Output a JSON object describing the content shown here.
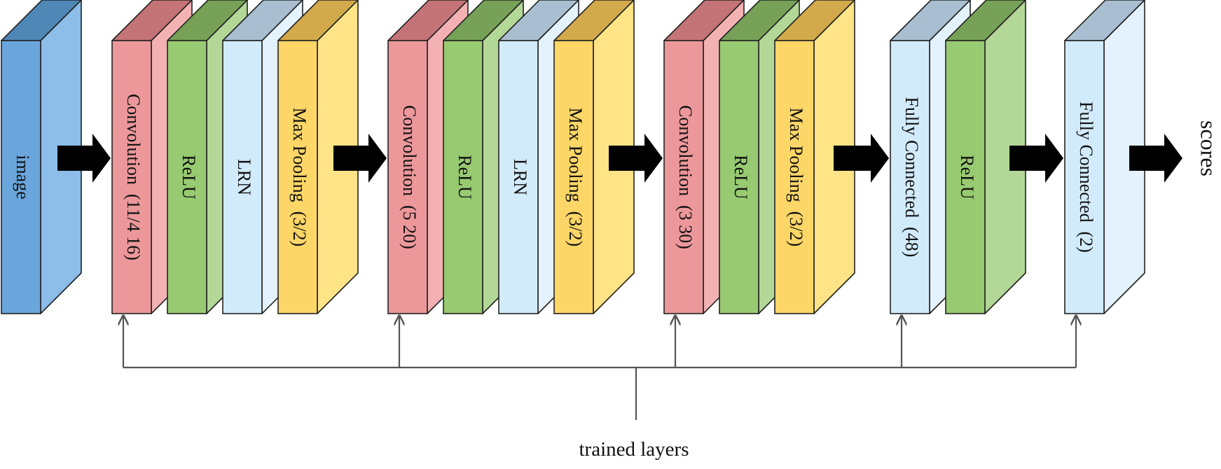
{
  "colors": {
    "image": {
      "front": "#6aa6dc",
      "side": "#8dbde9",
      "top": "#4f87b6"
    },
    "conv": {
      "front": "#ec989b",
      "side": "#f3b1b3",
      "top": "#c47476"
    },
    "relu": {
      "front": "#98ca71",
      "side": "#b3d797",
      "top": "#76a157"
    },
    "lrn": {
      "front": "#d2ebfb",
      "side": "#e3f2fc",
      "top": "#a9bfd1"
    },
    "pool": {
      "front": "#fdd668",
      "side": "#fee486",
      "top": "#d3aa4b"
    },
    "fc": {
      "front": "#d2ebfb",
      "side": "#e3f2fc",
      "top": "#a9bfd1"
    },
    "arrow": "#000000",
    "line": "#555555"
  },
  "layers": [
    {
      "id": "image",
      "type": "image",
      "label": "image"
    },
    {
      "id": "conv1",
      "type": "conv",
      "label": "Convolution  (11/4 16)"
    },
    {
      "id": "relu1",
      "type": "relu",
      "label": "ReLU"
    },
    {
      "id": "lrn1",
      "type": "lrn",
      "label": "LRN"
    },
    {
      "id": "pool1",
      "type": "pool",
      "label": "Max Pooling  (3/2)"
    },
    {
      "id": "conv2",
      "type": "conv",
      "label": "Convolution  (5 20)"
    },
    {
      "id": "relu2",
      "type": "relu",
      "label": "ReLU"
    },
    {
      "id": "lrn2",
      "type": "lrn",
      "label": "LRN"
    },
    {
      "id": "pool2",
      "type": "pool",
      "label": "Max Pooling  (3/2)"
    },
    {
      "id": "conv3",
      "type": "conv",
      "label": "Convolution  (3 30)"
    },
    {
      "id": "relu3",
      "type": "relu",
      "label": "ReLU"
    },
    {
      "id": "pool3",
      "type": "pool",
      "label": "Max Pooling  (3/2)"
    },
    {
      "id": "fc1",
      "type": "fc",
      "label": "Fully Connected  (48)"
    },
    {
      "id": "relu4",
      "type": "relu",
      "label": "ReLU"
    },
    {
      "id": "fc2",
      "type": "fc",
      "label": "Fully Connected  (2)"
    }
  ],
  "output_label": "scores",
  "trained_label": "trained layers",
  "trained_layer_ids": [
    "conv1",
    "conv2",
    "conv3",
    "fc1",
    "fc2"
  ]
}
